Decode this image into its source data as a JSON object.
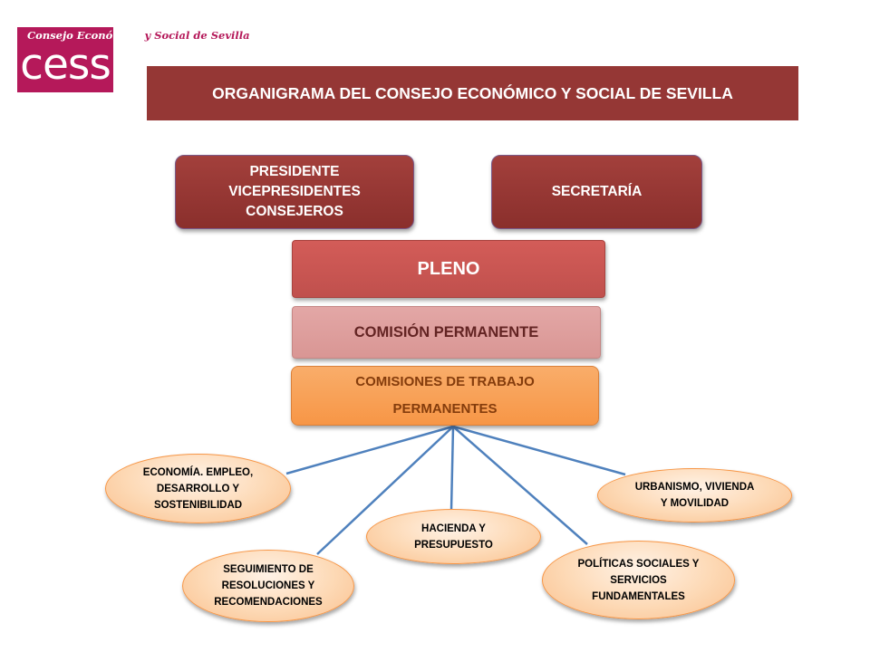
{
  "logo": {
    "tagline_start": "Consejo Económico",
    "tagline_end": " y Social de Sevilla",
    "letters": "cess",
    "color": "#b5195a"
  },
  "title": "ORGANIGRAMA DEL CONSEJO ECONÓMICO Y SOCIAL DE SEVILLA",
  "top_boxes": {
    "presidente_lines": [
      "PRESIDENTE",
      "VICEPRESIDENTES",
      "CONSEJEROS"
    ],
    "secretaria": "SECRETARÍA"
  },
  "pleno": "PLENO",
  "comision_permanente": "COMISIÓN PERMANENTE",
  "comisiones_trabajo_lines": [
    "COMISIONES DE TRABAJO",
    "PERMANENTES"
  ],
  "commissions": {
    "economia": [
      "ECONOMÍA. EMPLEO,",
      "DESARROLLO Y",
      "SOSTENIBILIDAD"
    ],
    "hacienda": [
      "HACIENDA Y",
      "PRESUPUESTO"
    ],
    "urbanismo": [
      "URBANISMO, VIVIENDA",
      "Y MOVILIDAD"
    ],
    "seguimiento": [
      "SEGUIMIENTO DE",
      "RESOLUCIONES Y",
      "RECOMENDACIONES"
    ],
    "politicas": [
      "POLÍTICAS SOCIALES Y",
      "SERVICIOS",
      "FUNDAMENTALES"
    ]
  },
  "colors": {
    "banner": "#953735",
    "dark_box": "#953735",
    "pleno": "#c0504d",
    "comision_permanente": "#d99694",
    "comisiones_trabajo": "#f79646",
    "ellipse_fill": "#fcd5b4",
    "connector": "#4f81bd"
  }
}
